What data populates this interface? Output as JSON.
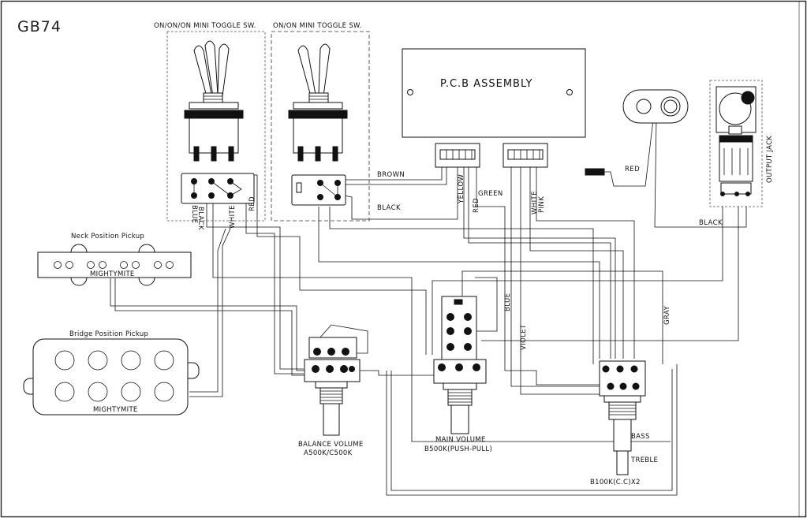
{
  "title": "GB74",
  "components": {
    "toggle_3way_label": "ON/ON/ON MINI TOGGLE SW.",
    "toggle_2way_label": "ON/ON MINI TOGGLE SW.",
    "pcb_label": "P.C.B ASSEMBLY",
    "output_jack_label": "OUTPUT JACK",
    "neck_pickup_label": "Neck Position Pickup",
    "neck_pickup_brand": "MIGHTYMITE",
    "bridge_pickup_label": "Bridge Position Pickup",
    "bridge_pickup_brand": "MIGHTYMITE",
    "balance_volume_name": "BALANCE VOLUME",
    "balance_volume_value": "A500K/C500K",
    "main_volume_name": "MAIN VOLUME",
    "main_volume_value": "B500K(PUSH-PULL)",
    "bass_label": "BASS",
    "treble_label": "TREBLE",
    "tone_pot_value": "B100K(C.C)X2"
  },
  "wires": {
    "brown": "BROWN",
    "black_toggle": "BLACK",
    "yellow": "YELLOW",
    "red_pcb": "RED",
    "green": "GREEN",
    "white_pcb": "WHITE",
    "pink": "PINK",
    "red_battery": "RED",
    "black_jack": "BLACK",
    "blue_toggle": "BLUE",
    "black_toggle_vertical": "BLACK",
    "white_toggle": "WHITE",
    "red_toggle": "RED",
    "blue_pot": "BLUE",
    "violet": "VIOLET",
    "gray": "GRAY"
  }
}
